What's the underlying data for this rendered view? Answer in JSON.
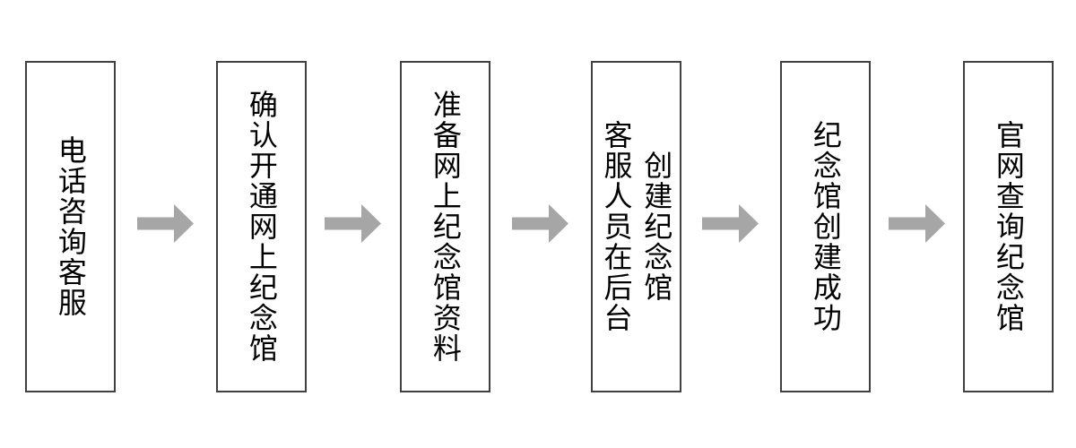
{
  "flowchart": {
    "type": "horizontal-process-flow",
    "colors": {
      "background": "#ffffff",
      "box_border": "#404040",
      "box_fill": "#ffffff",
      "text": "#000000",
      "arrow": "#a6a6a6"
    },
    "connector_icon": "arrow-right-icon",
    "steps": [
      {
        "lines": [
          "电话咨询客服"
        ]
      },
      {
        "lines": [
          "确认开通网上纪念馆"
        ]
      },
      {
        "lines": [
          "准备网上纪念馆资料"
        ]
      },
      {
        "lines": [
          "客服人员在后台",
          "创建纪念馆"
        ]
      },
      {
        "lines": [
          "纪念馆创建成功"
        ]
      },
      {
        "lines": [
          "官网查询纪念馆"
        ]
      }
    ]
  }
}
